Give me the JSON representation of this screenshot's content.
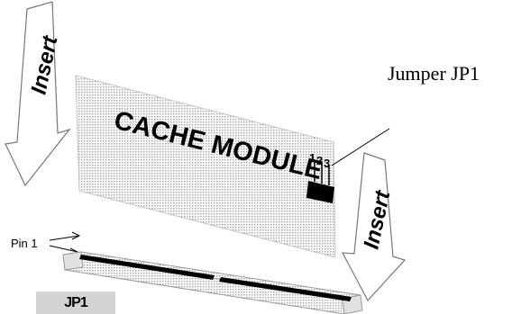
{
  "diagram": {
    "module_label": "CACHE MODULE",
    "insert_label_left": "Insert",
    "insert_label_right": "Insert",
    "jumper_label": "Jumper JP1",
    "pin_label": "Pin 1",
    "jumper_pins": [
      "1",
      "2",
      "3"
    ],
    "table_header": "JP1"
  }
}
